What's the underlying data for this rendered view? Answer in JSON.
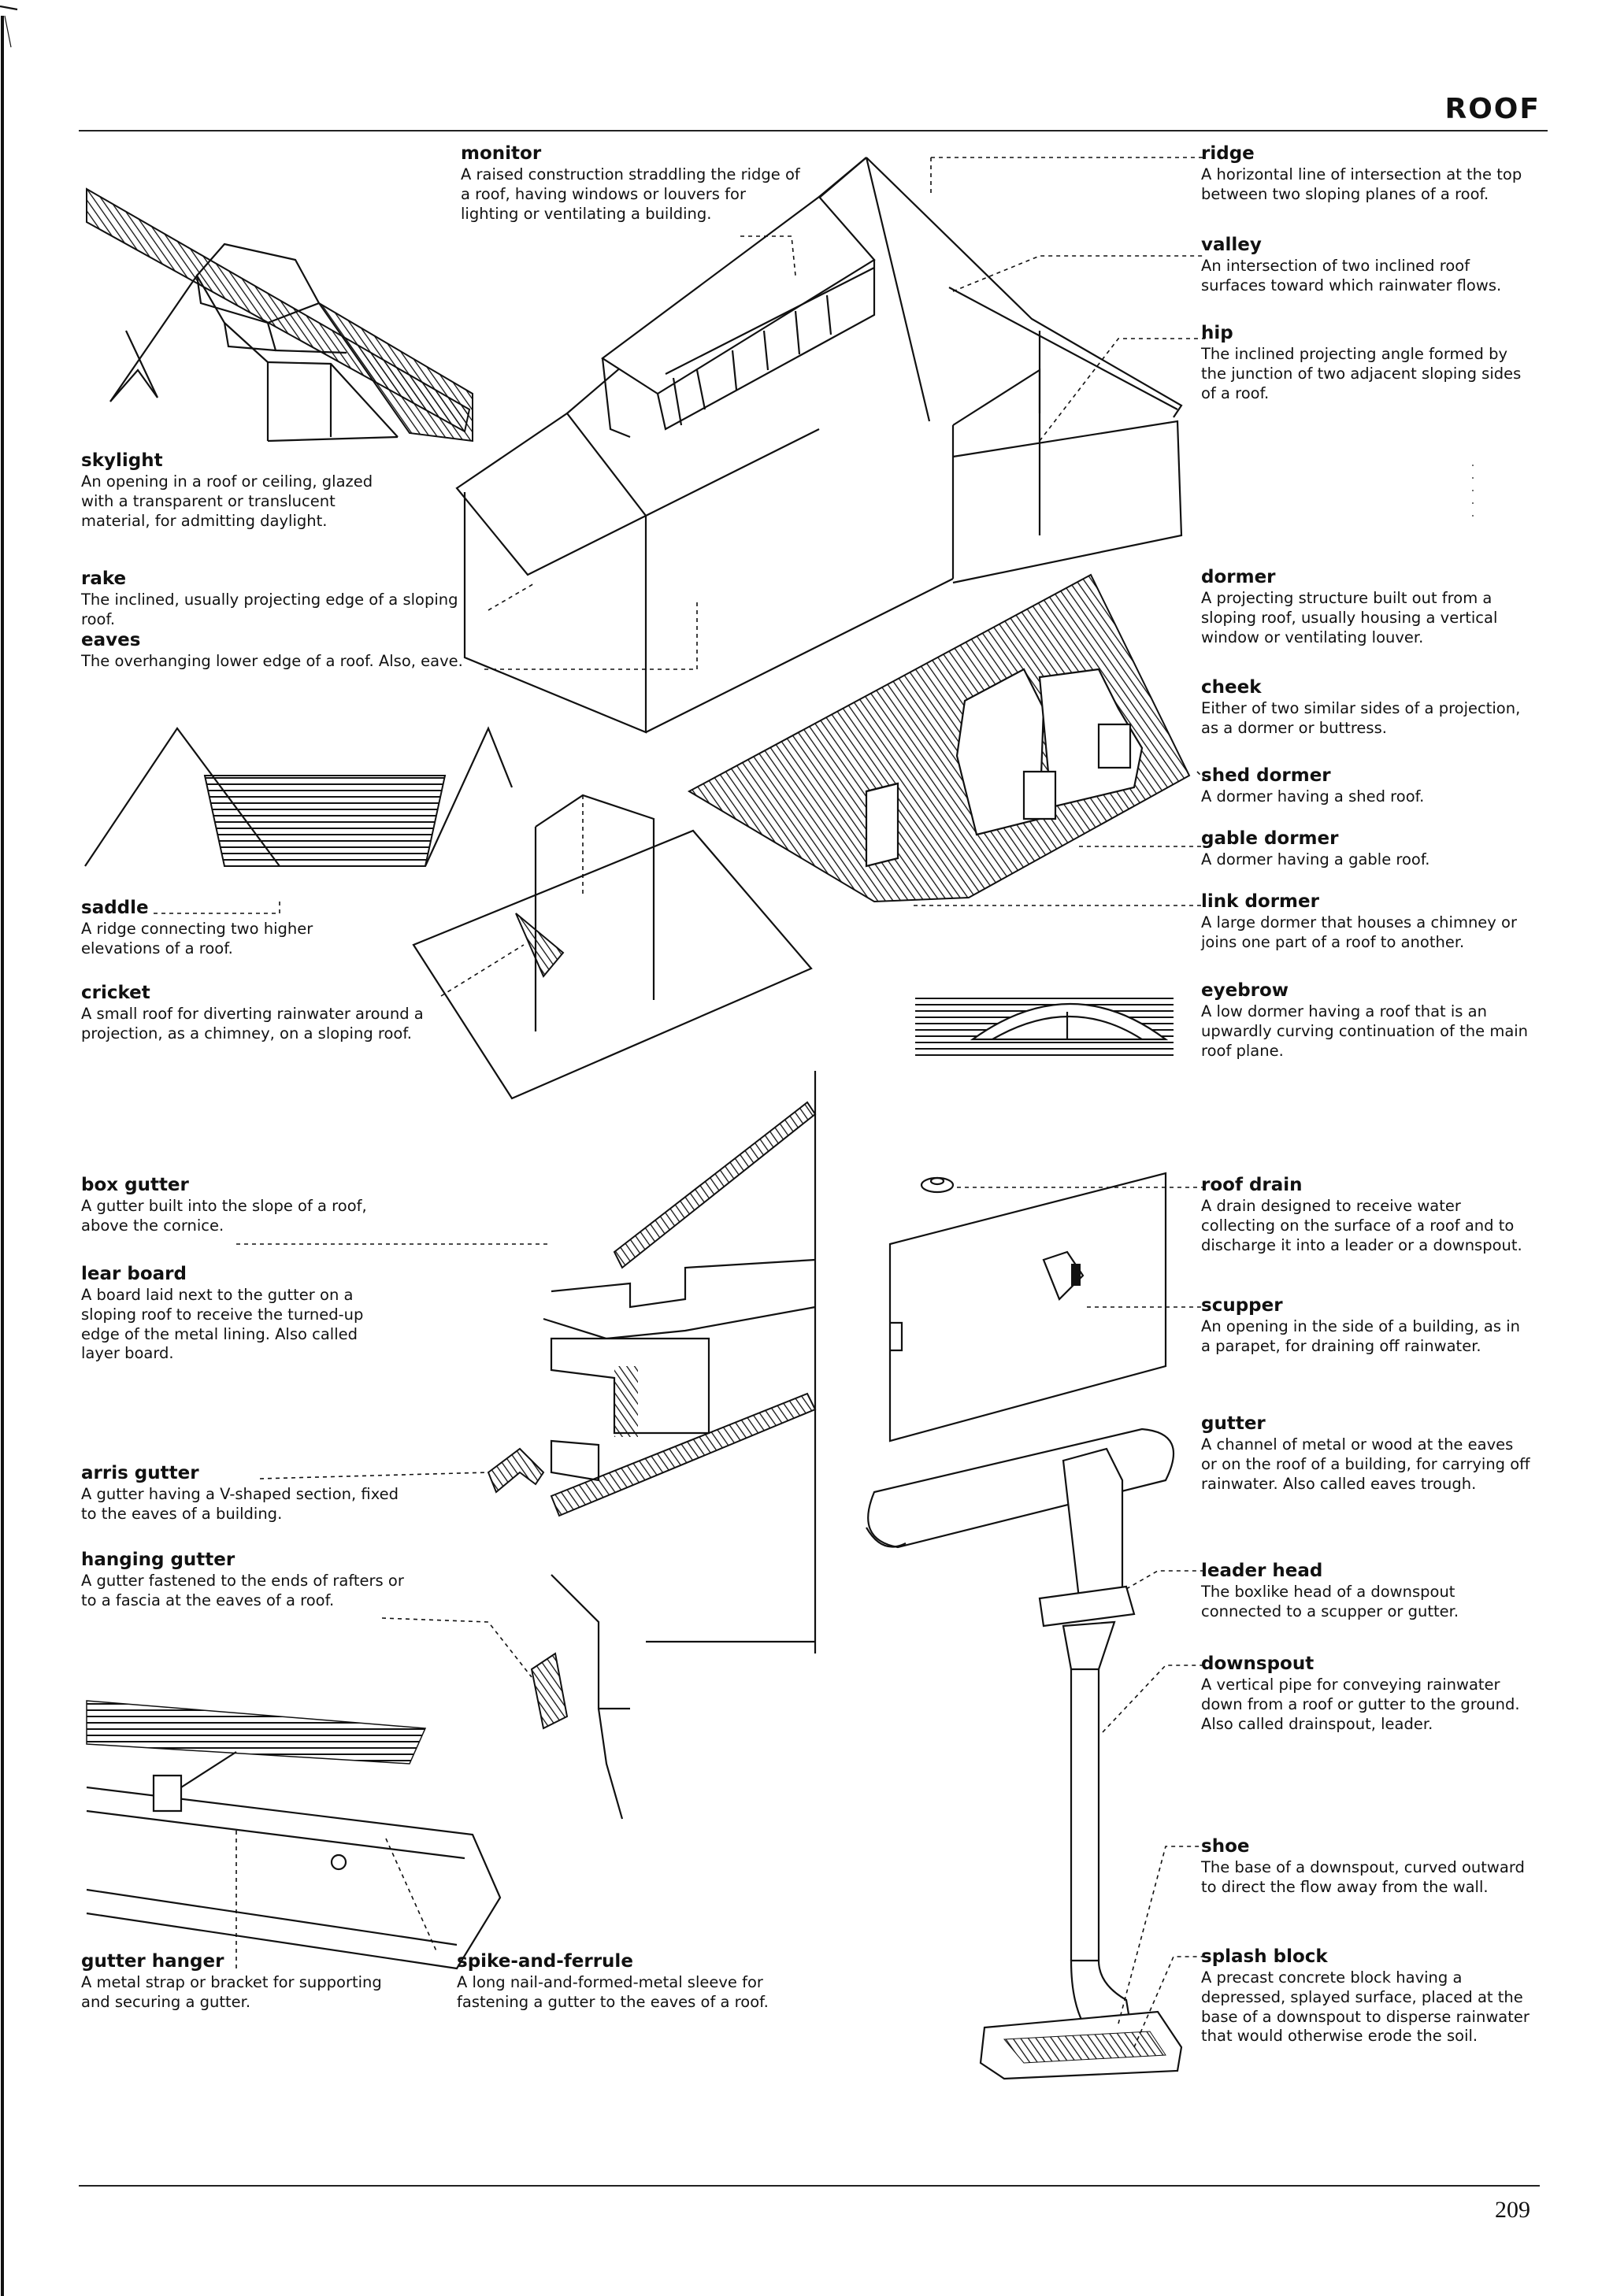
{
  "page": {
    "section_heading": "ROOF",
    "page_number": "209"
  },
  "terms": {
    "monitor": {
      "term": "monitor",
      "definition": "A raised construction straddling the ridge of a roof, having windows or louvers for lighting or ventilating a building."
    },
    "ridge": {
      "term": "ridge",
      "definition": "A horizontal line of intersection at the top between two sloping planes of a roof."
    },
    "valley": {
      "term": "valley",
      "definition": "An intersection of two inclined roof surfaces toward which rainwater flows."
    },
    "hip": {
      "term": "hip",
      "definition": "The inclined projecting angle formed by the junction of two adjacent sloping sides of a roof."
    },
    "skylight": {
      "term": "skylight",
      "definition": "An opening in a roof or ceiling, glazed with a transparent or translucent material, for admitting daylight."
    },
    "rake": {
      "term": "rake",
      "definition": "The inclined, usually projecting edge of a sloping roof."
    },
    "eaves": {
      "term": "eaves",
      "definition": "The overhanging lower edge of a roof. Also, eave."
    },
    "dormer": {
      "term": "dormer",
      "definition": "A projecting structure built out from a sloping roof, usually housing a vertical window or ventilating louver."
    },
    "cheek": {
      "term": "cheek",
      "definition": "Either of two similar sides of a projection, as a dormer or buttress."
    },
    "shed_dormer": {
      "term": "shed dormer",
      "definition": "A dormer having a shed roof."
    },
    "gable_dormer": {
      "term": "gable dormer",
      "definition": "A dormer having a gable roof."
    },
    "link_dormer": {
      "term": "link dormer",
      "definition": "A large dormer that houses a chimney or joins one part of a roof to another."
    },
    "eyebrow": {
      "term": "eyebrow",
      "definition": "A low dormer having a roof that is an upwardly curving continuation of the main roof plane."
    },
    "saddle": {
      "term": "saddle",
      "definition": "A ridge connecting two higher elevations of a roof."
    },
    "cricket": {
      "term": "cricket",
      "definition": "A small roof for diverting rainwater around a projection, as a chimney, on a sloping roof."
    },
    "box_gutter": {
      "term": "box gutter",
      "definition": "A gutter built into the slope of a roof, above the cornice."
    },
    "lear_board": {
      "term": "lear board",
      "definition": "A board laid next to the gutter on a sloping roof to receive the turned-up edge of the metal lining. Also called layer board."
    },
    "arris_gutter": {
      "term": "arris gutter",
      "definition": "A gutter having a V-shaped section, fixed to the eaves of a building."
    },
    "hanging_gutter": {
      "term": "hanging gutter",
      "definition": "A gutter fastened to the ends of rafters or to a fascia at the eaves of a roof."
    },
    "gutter_hanger": {
      "term": "gutter hanger",
      "definition": "A metal strap or bracket for supporting and securing a gutter."
    },
    "spike_and_ferrule": {
      "term": "spike-and-ferrule",
      "definition": "A long nail-and-formed-metal sleeve for fastening a gutter to the eaves of a roof."
    },
    "roof_drain": {
      "term": "roof drain",
      "definition": "A drain designed to receive water collecting on the surface of a roof and to discharge it into a leader or a downspout."
    },
    "scupper": {
      "term": "scupper",
      "definition": "An opening in the side of a building, as in a parapet, for draining off rainwater."
    },
    "gutter": {
      "term": "gutter",
      "definition": "A channel of metal or wood at the eaves or on the roof of a building, for carrying off rainwater. Also called eaves trough."
    },
    "leader_head": {
      "term": "leader head",
      "definition": "The boxlike head of a downspout connected to a scupper or gutter."
    },
    "downspout": {
      "term": "downspout",
      "definition": "A vertical pipe for conveying rainwater down from a roof or gutter to the ground. Also called drainspout, leader."
    },
    "shoe": {
      "term": "shoe",
      "definition": "The base of a downspout, curved outward to direct the flow away from the wall."
    },
    "splash_block": {
      "term": "splash block",
      "definition": "A precast concrete block having a depressed, splayed surface, placed at the base of a downspout to disperse rainwater that would otherwise erode the soil."
    }
  }
}
